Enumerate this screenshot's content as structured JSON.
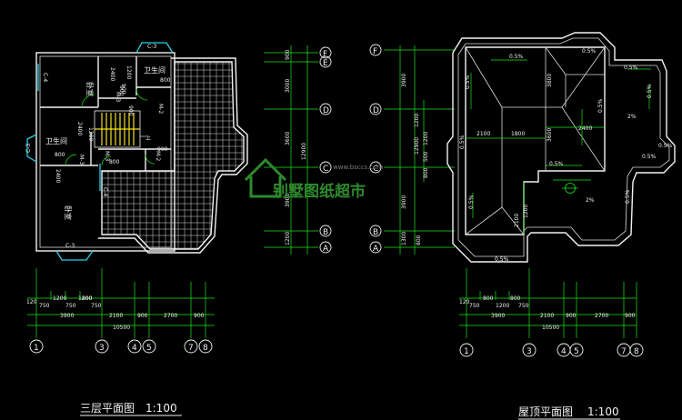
{
  "plans": [
    {
      "title": "三层平面图",
      "scale": "1:100",
      "rooms": [
        "卧室",
        "卫生间",
        "卫生间",
        "卧室"
      ],
      "doors": [
        "M-3",
        "M-2",
        "M-3",
        "M-2",
        "M-3"
      ],
      "windows": [
        "C-3",
        "C-4",
        "C-3",
        "C-3",
        "C-4"
      ],
      "openings": [
        "800",
        "900",
        "900",
        "800",
        "900",
        "800"
      ],
      "stair_label": "上",
      "bottom_dims_row1": [
        "120",
        "750",
        "1200",
        "750",
        "1200",
        "800",
        "750"
      ],
      "bottom_dims_row2": [
        "3900",
        "2100",
        "900",
        "2700",
        "900"
      ],
      "bottom_total": "10500",
      "axes_bottom": [
        "1",
        "3",
        "4",
        "5",
        "7",
        "8"
      ],
      "inner_dims": [
        "2400",
        "2400",
        "2400",
        "900",
        "1200",
        "1200"
      ]
    },
    {
      "title": "屋顶平面图",
      "scale": "1:100",
      "slopes": [
        "0.5%",
        "0.5%",
        "0.5%",
        "0.5%",
        "0.5%",
        "0.5%",
        "0.5%",
        "0.5%",
        "0.5%",
        "0.5%",
        "0.5%",
        "0.5%",
        "0.5%",
        "2%",
        "2%"
      ],
      "inner_dims": [
        "2100",
        "1800",
        "2400",
        "3600",
        "3800",
        "2100",
        "1200"
      ],
      "bottom_dims_row1": [
        "120",
        "750",
        "800",
        "1200",
        "800",
        "750"
      ],
      "bottom_dims_row2": [
        "3900",
        "2100",
        "900",
        "2700",
        "900"
      ],
      "bottom_total": "10500",
      "axes_bottom": [
        "1",
        "3",
        "4",
        "5",
        "7",
        "8"
      ]
    }
  ],
  "middle_axes": {
    "labels": [
      "F",
      "E",
      "D",
      "C",
      "B",
      "A"
    ],
    "dims": [
      "900",
      "3000",
      "3600",
      "3900",
      "1200"
    ],
    "total": "12900"
  },
  "right_axes": {
    "labels": [
      "F",
      "D",
      "C",
      "B",
      "A"
    ],
    "dims": [
      "3900",
      "1200",
      "3900",
      "1300",
      "800"
    ],
    "total": "12900",
    "extra": [
      "1200",
      "500",
      "800"
    ]
  },
  "watermark": {
    "text": "别墅图纸超市",
    "url": "www.bsccs.com"
  },
  "colors": {
    "background": "#000000",
    "wall": "#f2f2f2",
    "dimension": "#19e619",
    "window": "#28d0e8",
    "stair": "#f5e21b"
  }
}
